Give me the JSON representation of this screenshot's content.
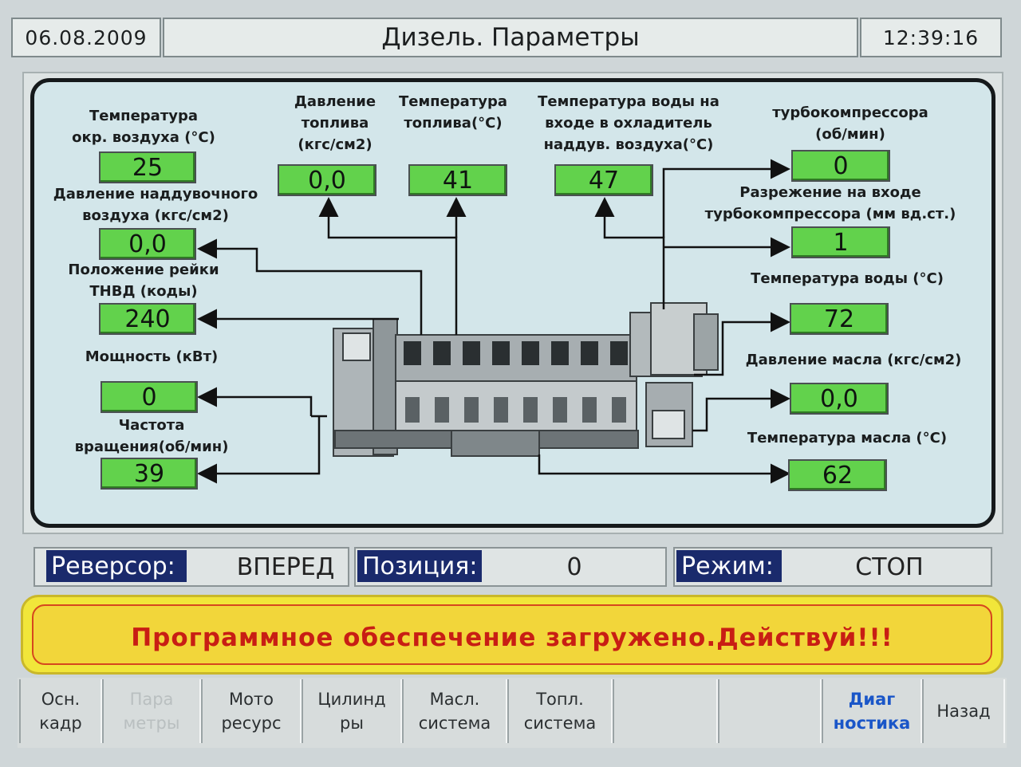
{
  "header": {
    "date": "06.08.2009",
    "title": "Дизель. Параметры",
    "time": "12:39:16"
  },
  "params": {
    "air_temp": {
      "label": "Температура\nокр. воздуха (°C)",
      "value": "25"
    },
    "boost_pressure": {
      "label": "Давление наддувочного\nвоздуха (кгс/см2)",
      "value": "0,0"
    },
    "rack_position": {
      "label": "Положение рейки\nТНВД (коды)",
      "value": "240"
    },
    "power": {
      "label": "Мощность (кВт)",
      "value": "0"
    },
    "rpm": {
      "label": "Частота\nвращения(об/мин)",
      "value": "39"
    },
    "fuel_pressure": {
      "label": "Давление\nтоплива\n(кгс/см2)",
      "value": "0,0"
    },
    "fuel_temp": {
      "label": "Температура\nтоплива(°C)",
      "value": "41"
    },
    "cooler_water_temp": {
      "label": "Температура воды на\nвходе в охладитель\nнаддув. воздуха(°C)",
      "value": "47"
    },
    "turbo_rpm": {
      "label": "турбокомпрессора\n(об/мин)",
      "value": "0"
    },
    "turbo_vacuum": {
      "label": "Разрежение на входе\nтурбокомпрессора (мм вд.ст.)",
      "value": "1"
    },
    "water_temp": {
      "label": "Температура воды (°C)",
      "value": "72"
    },
    "oil_pressure": {
      "label": "Давление масла (кгс/см2)",
      "value": "0,0"
    },
    "oil_temp": {
      "label": "Температура масла (°C)",
      "value": "62"
    }
  },
  "status": {
    "reverser_label": "Реверсор:",
    "reverser_value": "ВПЕРЕД",
    "position_label": "Позиция:",
    "position_value": "0",
    "mode_label": "Режим:",
    "mode_value": "СТОП"
  },
  "message": "Программное обеспечение загружено.Действуй!!!",
  "nav": [
    {
      "label": "Осн.\nкадр"
    },
    {
      "label": "Пара\nметры"
    },
    {
      "label": "Мото\nресурс"
    },
    {
      "label": "Цилинд\nры"
    },
    {
      "label": "Масл.\nсистема"
    },
    {
      "label": "Топл.\nсистема"
    },
    {
      "label": ""
    },
    {
      "label": ""
    },
    {
      "label": "Диаг\nностика"
    },
    {
      "label": "Назад"
    }
  ],
  "colors": {
    "value_green": "#62d24c",
    "status_label_bg": "#1a2a6c",
    "message_text": "#c81e14",
    "message_bg": "#f2d63a",
    "active_nav": "#1a56c8"
  }
}
